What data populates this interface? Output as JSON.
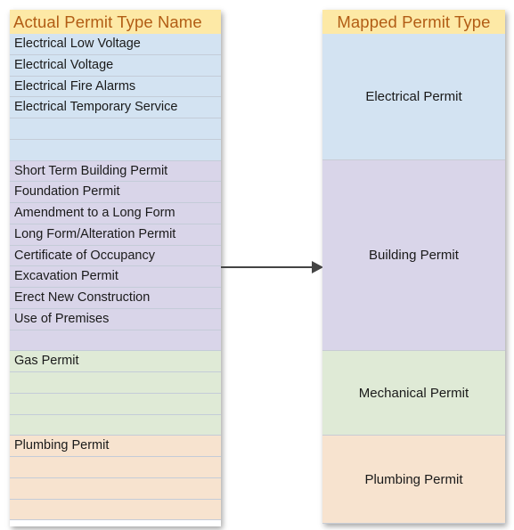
{
  "left": {
    "header": "Actual Permit Type Name",
    "groups": [
      {
        "key": "elec",
        "rows": [
          "Electrical Low Voltage",
          "Electrical Voltage",
          "Electrical Fire Alarms",
          "Electrical Temporary Service",
          "",
          ""
        ]
      },
      {
        "key": "build",
        "rows": [
          "Short Term Building Permit",
          "Foundation Permit",
          "Amendment to a Long Form",
          "Long Form/Alteration Permit",
          "Certificate of Occupancy",
          "Excavation Permit",
          "Erect New Construction",
          "Use of Premises",
          ""
        ]
      },
      {
        "key": "mech",
        "rows": [
          "Gas Permit",
          "",
          "",
          ""
        ]
      },
      {
        "key": "plumb",
        "rows": [
          "Plumbing Permit",
          "",
          "",
          ""
        ]
      }
    ]
  },
  "right": {
    "header": "Mapped Permit Type",
    "blocks": [
      {
        "key": "elec",
        "label": "Electrical Permit"
      },
      {
        "key": "build",
        "label": "Building Permit"
      },
      {
        "key": "mech",
        "label": "Mechanical Permit"
      },
      {
        "key": "plumb",
        "label": "Plumbing Permit"
      }
    ]
  },
  "colors": {
    "header_bg": "#fde9a6",
    "header_text": "#b25d15",
    "electrical": "#d3e3f2",
    "building": "#d9d5e9",
    "mechanical": "#dfead6",
    "plumbing": "#f7e3cf",
    "arrow": "#444444"
  }
}
